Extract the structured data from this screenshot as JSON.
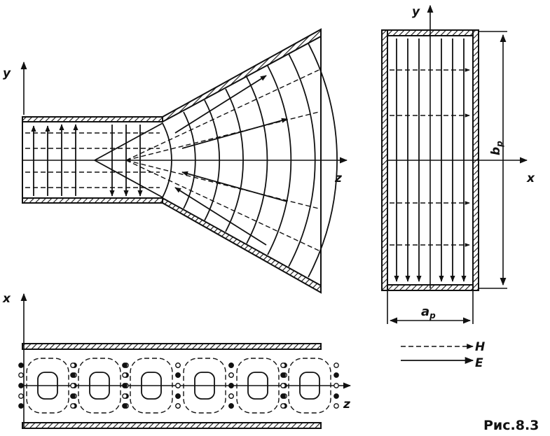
{
  "figure": {
    "caption": "Рис.8.3",
    "horn_view": {
      "axis_vertical": "y",
      "axis_horizontal": "z"
    },
    "cross_section": {
      "axis_vertical": "y",
      "axis_horizontal": "x",
      "width_label": "a",
      "width_sub": "p",
      "height_label": "b",
      "height_sub": "p"
    },
    "plan_view": {
      "axis_vertical": "x",
      "axis_horizontal": "z"
    },
    "legend": [
      {
        "label": "H",
        "style": "dashed"
      },
      {
        "label": "E",
        "style": "solid"
      }
    ]
  }
}
